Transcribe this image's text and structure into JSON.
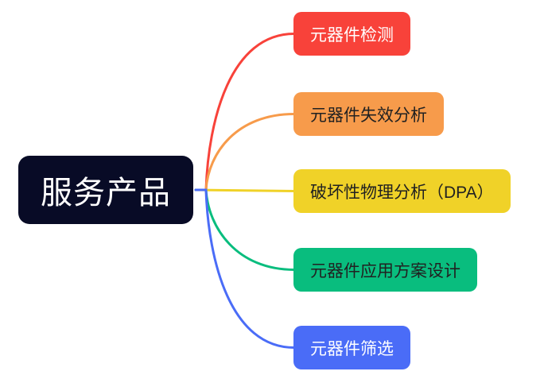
{
  "canvas": {
    "background": "#ffffff"
  },
  "root": {
    "label": "服务产品",
    "bg": "#080b26",
    "text_color": "#ffffff"
  },
  "branches": [
    {
      "label": "元器件检测",
      "bg": "#f8423a",
      "text_color": "#ffffff",
      "line_color": "#f8423a"
    },
    {
      "label": "元器件失效分析",
      "bg": "#f79b4b",
      "text_color": "#212121",
      "line_color": "#f79b4b"
    },
    {
      "label": "破坏性物理分析（DPA）",
      "bg": "#f0d228",
      "text_color": "#212121",
      "line_color": "#f0d228"
    },
    {
      "label": "元器件应用方案设计",
      "bg": "#09bd7e",
      "text_color": "#212121",
      "line_color": "#09bd7e"
    },
    {
      "label": "元器件筛选",
      "bg": "#4a6cf7",
      "text_color": "#ffffff",
      "line_color": "#4a6cf7"
    }
  ]
}
